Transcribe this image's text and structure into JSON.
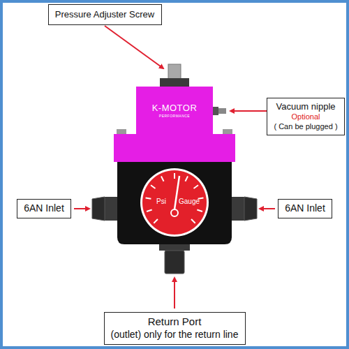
{
  "diagram": {
    "nodes": [
      {
        "text": [
          "Pressure Adjuster Screw"
        ]
      },
      {
        "text": [
          "Vacuum nipple",
          "Optional",
          "( Can be plugged )"
        ]
      },
      {
        "text": [
          "6AN Inlet"
        ]
      },
      {
        "text": [
          "6AN Inlet"
        ]
      },
      {
        "text": [
          "Return Port",
          "(outlet) only for the return line"
        ]
      }
    ],
    "labels": [
      "K-MOTOR",
      "PERFORMANCE",
      "Psi",
      "Gauge"
    ]
  }
}
